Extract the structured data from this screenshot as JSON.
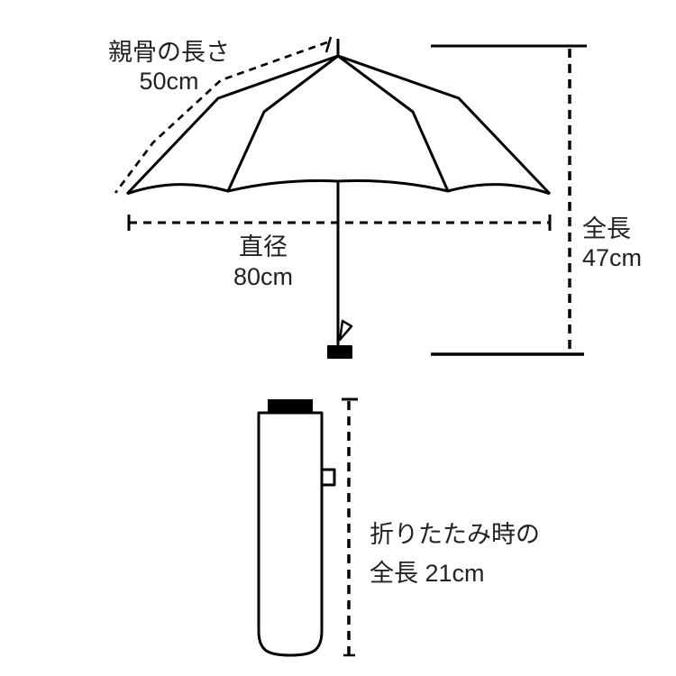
{
  "colors": {
    "line": "#000000",
    "text": "#222222",
    "background": "#ffffff"
  },
  "open_umbrella": {
    "rib_length": {
      "label": "親骨の長さ",
      "value": "50cm"
    },
    "diameter": {
      "label": "直径",
      "value": "80cm"
    },
    "total_length": {
      "label": "全長",
      "value": "47cm"
    }
  },
  "folded_umbrella": {
    "label": {
      "line1": "折りたたみ時の",
      "line2": "全長 21cm"
    }
  }
}
